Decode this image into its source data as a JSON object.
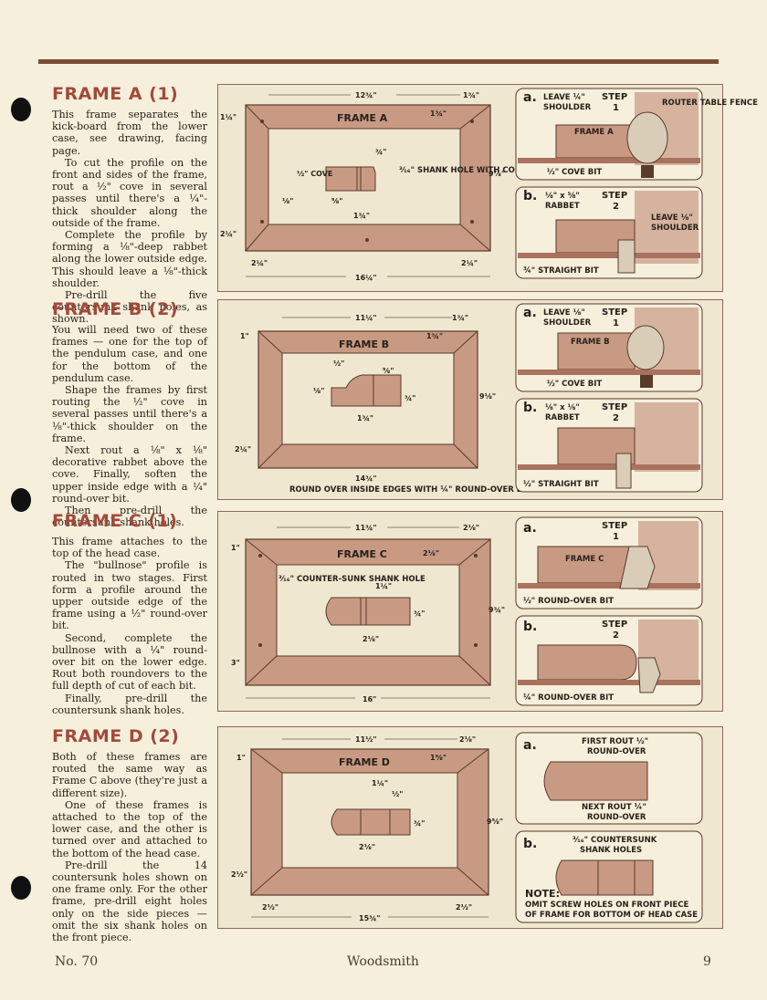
{
  "frame_a": {
    "title": "FRAME A (1)",
    "paragraphs": [
      "This frame separates the kick-board from the lower case, see drawing, facing page.",
      "To cut the profile on the front and sides of the frame, rout a ½\" cove in several passes until there's a ¼\"-thick shoulder along the outside of the frame.",
      "Complete the profile by forming a ⅛\"-deep rabbet along the lower outside edge. This should leave a ⅛\"-thick shoulder.",
      "Pre-drill the five countersunk shank holes, as shown."
    ],
    "drawing": {
      "name": "FRAME A",
      "dims": [
        "12¾\"",
        "1¾\"",
        "1¼\"",
        "1¾\"",
        "¾\"",
        "½\" COVE",
        "⅛\"",
        "⅝\"",
        "1¾\"",
        "9⅞\"",
        "2¼\"",
        "2¼\"",
        "2¼\"",
        "16¼\""
      ],
      "note": "³⁄₁₆\" SHANK HOLE WITH COUNTER SINK",
      "step_a": {
        "letter": "a.",
        "step": "STEP",
        "num": "1",
        "notes": [
          "LEAVE ¼\"",
          "SHOULDER"
        ],
        "part": "FRAME A",
        "fence": "ROUTER TABLE FENCE",
        "bit": "½\" COVE BIT"
      },
      "step_b": {
        "letter": "b.",
        "step": "STEP",
        "num": "2",
        "notes": [
          "⅛\" x ⅝\"",
          "RABBET"
        ],
        "leave": [
          "LEAVE ⅛\"",
          "SHOULDER"
        ],
        "bit": "¾\" STRAIGHT BIT"
      }
    }
  },
  "frame_b": {
    "title": "FRAME B (2)",
    "paragraphs": [
      "You will need two of these frames — one for the top of the pendulum case, and one for the bottom of the pendulum case.",
      "Shape the frames by first routing the ½\" cove in several passes until there's a ⅛\"-thick shoulder on the frame.",
      "Next rout a ⅛\" x ⅛\" decorative rabbet above the cove. Finally, soften the upper inside edge with a ¼\" round-over bit.",
      "Then pre-drill the countersunk shank holes."
    ],
    "drawing": {
      "name": "FRAME B",
      "dims": [
        "11¼\"",
        "1¾\"",
        "1\"",
        "1¾\"",
        "½\"",
        "⅝\"",
        "⅛\"",
        "¾\"",
        "1¾\"",
        "9⅛\"",
        "2¼\"",
        "14¾\""
      ],
      "note": "ROUND OVER INSIDE EDGES WITH ¼\" ROUND-OVER BIT",
      "step_a": {
        "letter": "a.",
        "step": "STEP",
        "num": "1",
        "notes": [
          "LEAVE ⅛\"",
          "SHOULDER"
        ],
        "part": "FRAME B",
        "bit": "½\" COVE BIT"
      },
      "step_b": {
        "letter": "b.",
        "step": "STEP",
        "num": "2",
        "notes": [
          "⅛\" x ⅛\"",
          "RABBET"
        ],
        "bit": "½\" STRAIGHT BIT"
      }
    }
  },
  "frame_c": {
    "title": "FRAME C (1)",
    "paragraphs": [
      "This frame attaches to the top of the head case.",
      "The \"bullnose\" profile is routed in two stages. First form a profile around the upper outside edge of the frame using a ½\" round-over bit.",
      "Second, complete the bullnose with a ¼\" round-over bit on the lower edge. Rout both roundovers to the full depth of cut of each bit.",
      "Finally, pre-drill the countersunk shank holes."
    ],
    "drawing": {
      "name": "FRAME C",
      "dims": [
        "11¾\"",
        "2⅛\"",
        "1\"",
        "2⅛\"",
        "1¼\"",
        "¾\"",
        "2⅛\"",
        "9¾\"",
        "3\"",
        "16\""
      ],
      "note": "³⁄₁₆\" COUNTER-SUNK SHANK HOLE",
      "step_a": {
        "letter": "a.",
        "step": "STEP",
        "num": "1",
        "part": "FRAME C",
        "bit": "½\" ROUND-OVER BIT"
      },
      "step_b": {
        "letter": "b.",
        "step": "STEP",
        "num": "2",
        "bit": "¼\" ROUND-OVER BIT"
      }
    }
  },
  "frame_d": {
    "title": "FRAME D (2)",
    "paragraphs": [
      "Both of these frames are routed the same way as Frame C above (they're just a different size).",
      "One of these frames is attached to the top of the lower case, and the other is turned over and attached to the bottom of the head case.",
      "Pre-drill the 14 countersunk holes shown on one frame only. For the other frame, pre-drill eight holes only on the side pieces — omit the six shank holes on the front piece."
    ],
    "drawing": {
      "name": "FRAME D",
      "dims": [
        "11½\"",
        "2⅛\"",
        "1\"",
        "1⅝\"",
        "1¼\"",
        "½\"",
        "¾\"",
        "2⅛\"",
        "9⅝\"",
        "2½\"",
        "2½\"",
        "2½\"",
        "15¾\""
      ],
      "detail_a": {
        "letter": "a.",
        "first": [
          "FIRST ROUT ½\"",
          "ROUND-OVER"
        ],
        "next": [
          "NEXT ROUT ¼\"",
          "ROUND-OVER"
        ]
      },
      "detail_b": {
        "letter": "b.",
        "holes": [
          "³⁄₁₆\" COUNTERSUNK",
          "SHANK HOLES"
        ],
        "note_title": "NOTE:",
        "note": [
          "OMIT SCREW HOLES ON FRONT PIECE",
          "OF FRAME FOR BOTTOM OF HEAD CASE"
        ]
      }
    }
  },
  "footer": {
    "issue": "No. 70",
    "magazine": "Woodsmith",
    "page": "9"
  },
  "colors": {
    "wood": "#c89a84",
    "wood_dark": "#a9725e",
    "ink": "#2a201a",
    "heading": "#a24a3a",
    "paper": "#f5efdc"
  }
}
